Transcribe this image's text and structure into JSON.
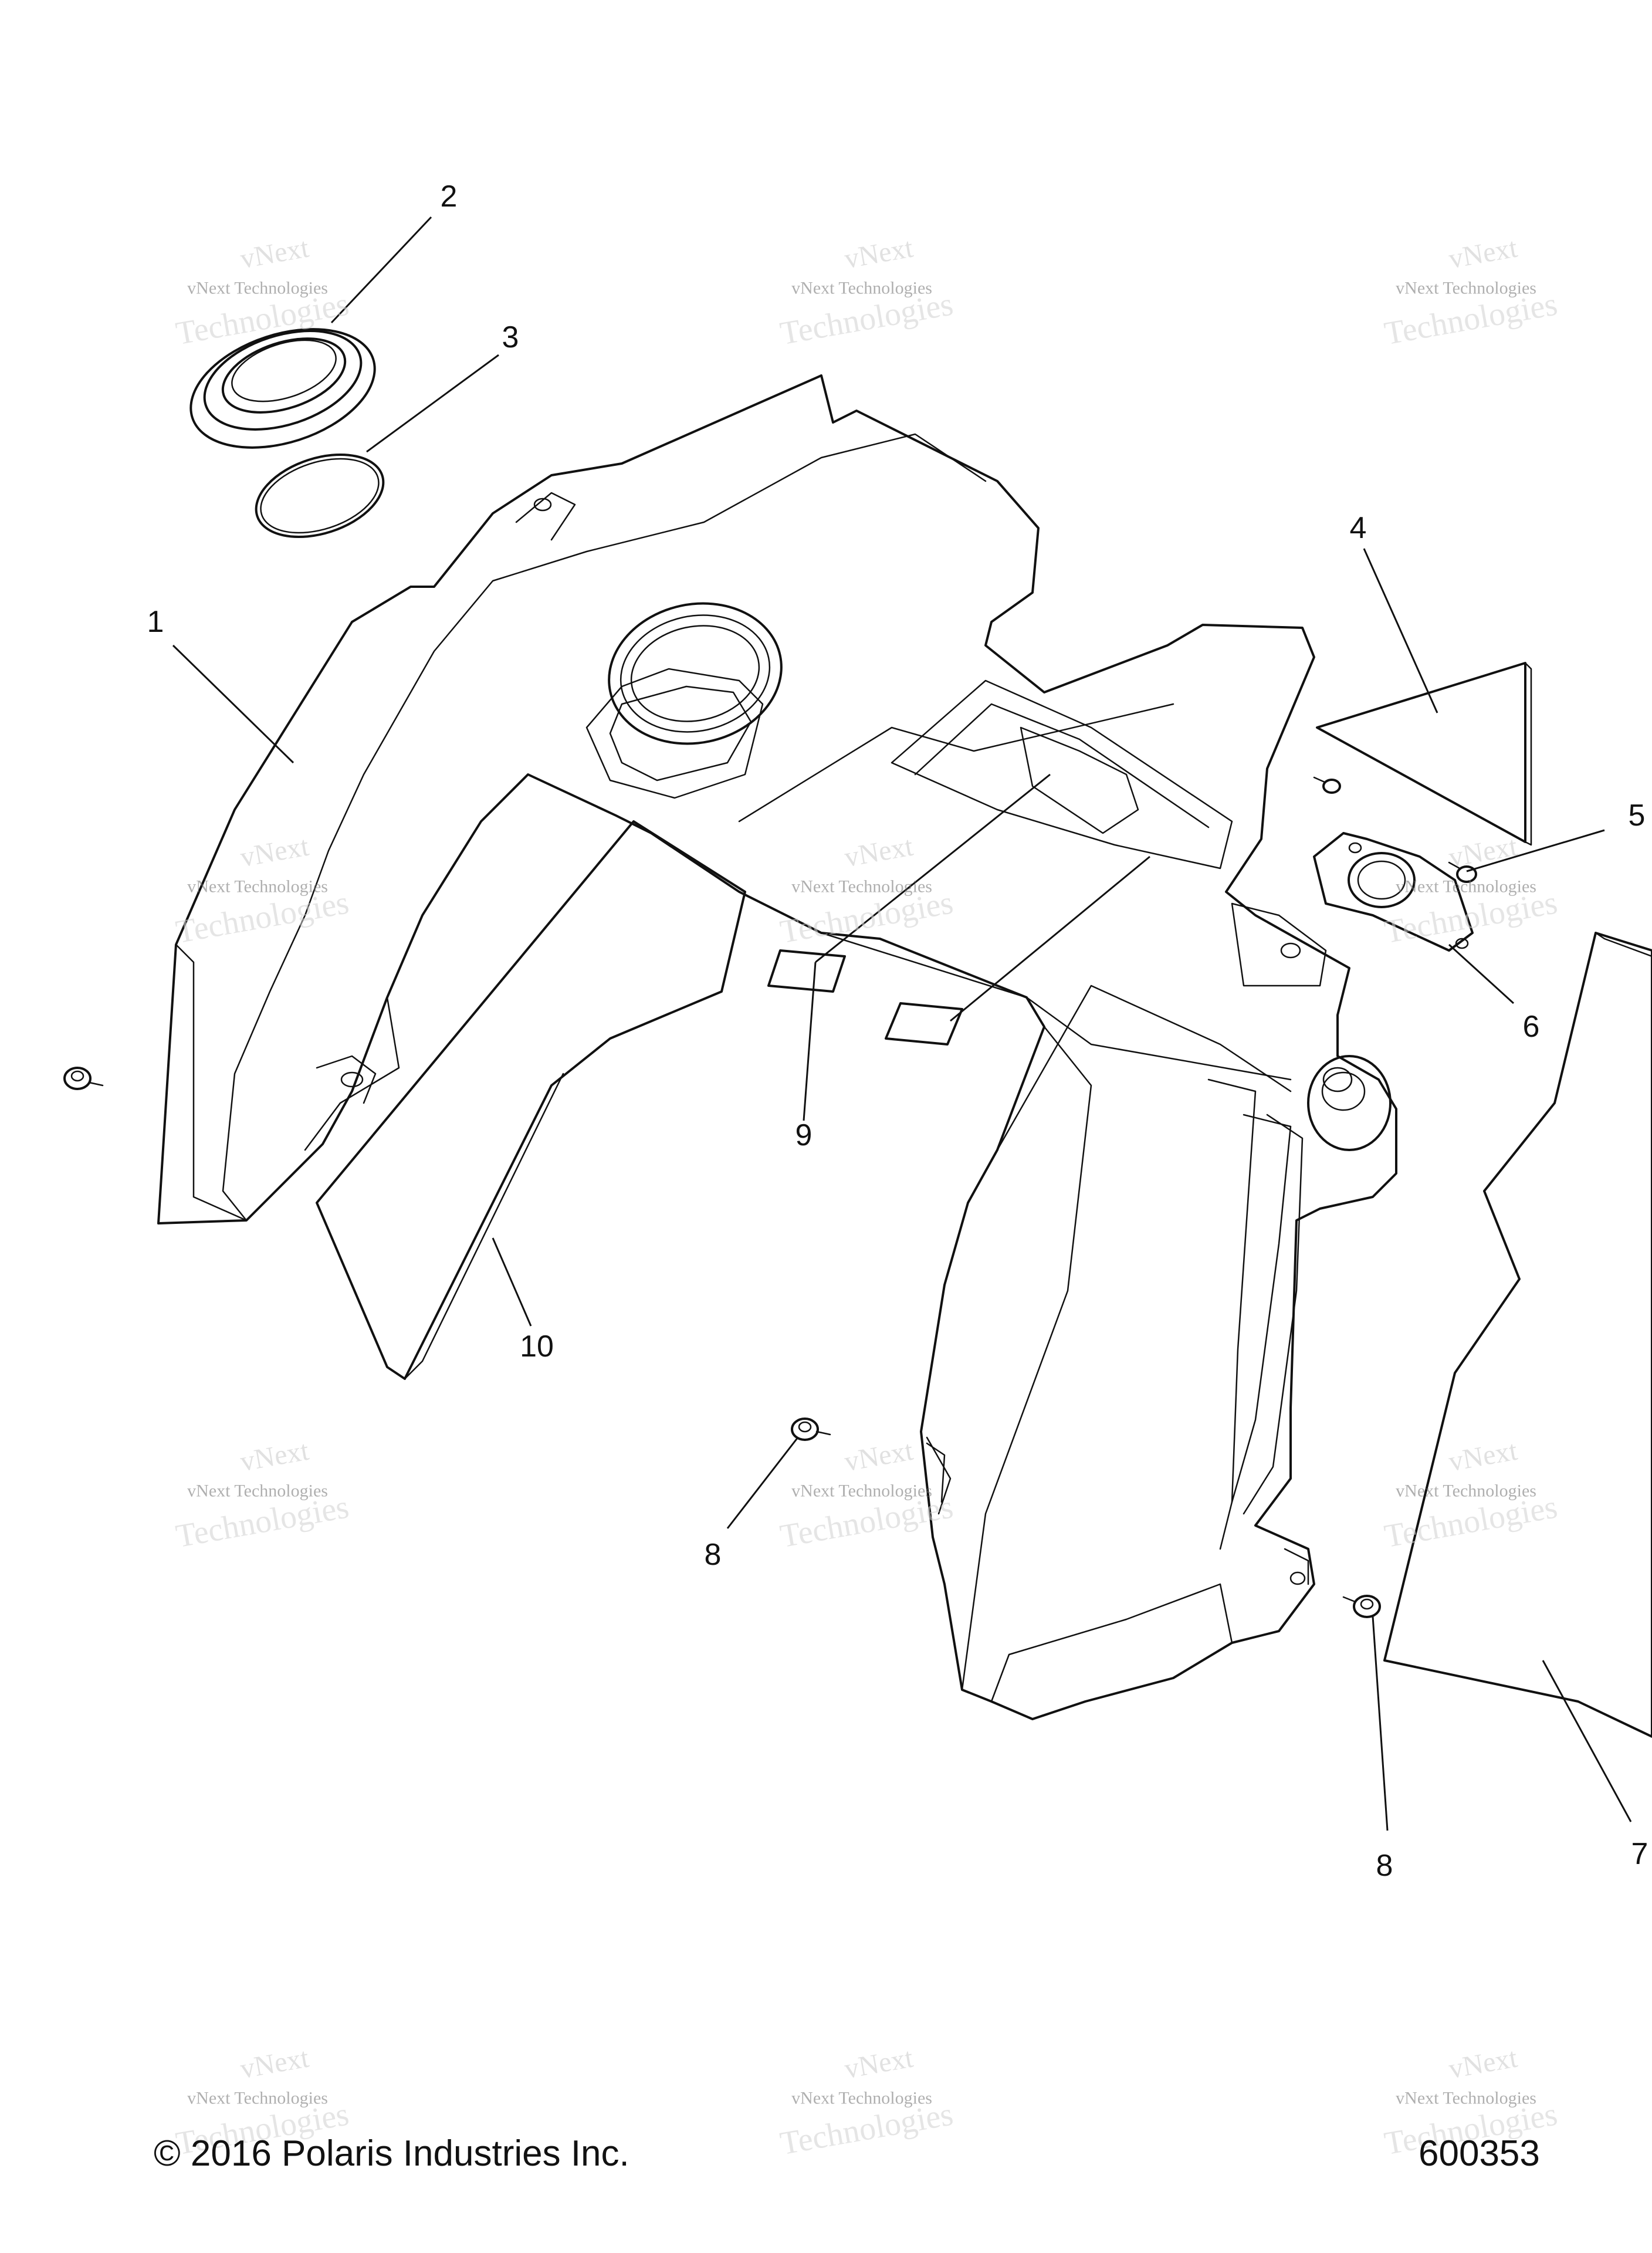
{
  "callouts": [
    {
      "id": "1",
      "label": "1"
    },
    {
      "id": "2",
      "label": "2"
    },
    {
      "id": "3",
      "label": "3"
    },
    {
      "id": "4",
      "label": "4"
    },
    {
      "id": "5",
      "label": "5"
    },
    {
      "id": "6",
      "label": "6"
    },
    {
      "id": "7",
      "label": "7"
    },
    {
      "id": "8a",
      "label": "8"
    },
    {
      "id": "8b",
      "label": "8"
    },
    {
      "id": "9",
      "label": "9"
    },
    {
      "id": "10",
      "label": "10"
    }
  ],
  "footer": {
    "copyright": "© 2016 Polaris Industries Inc.",
    "figure_number": "600353"
  },
  "watermark": {
    "line1": "vNext",
    "line2": "vNext Technologies",
    "line3": "Technologies"
  }
}
